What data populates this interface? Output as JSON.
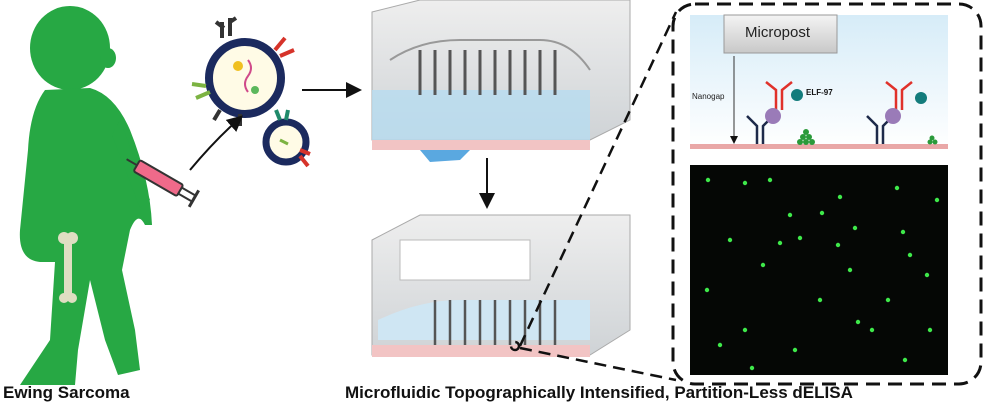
{
  "labels": {
    "left": "Ewing Sarcoma",
    "bottom": "Microfluidic Topographically Intensified, Partition-Less dELISA"
  },
  "inset": {
    "micropost": "Micropost",
    "nanogap": "Nanogap",
    "enzyme": "ELF-97"
  },
  "colors": {
    "silhouette": "#27a844",
    "antibody_red": "#e0312a",
    "antibody_navy": "#1e2a4a",
    "fluor_green": "#3ee84a",
    "substrate": "#e9a7a7"
  }
}
